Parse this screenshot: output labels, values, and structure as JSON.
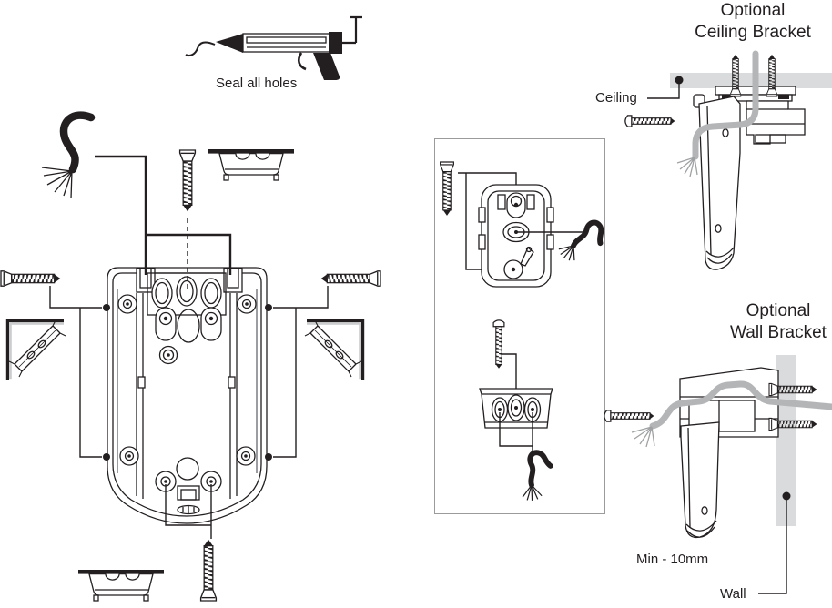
{
  "page": {
    "kind": "installation-instructions-diagram",
    "background": "#ffffff"
  },
  "colors": {
    "ink": "#231f20",
    "wire_gray": "#b3b5b7",
    "surface_gray": "#dadbdc",
    "detail_box_border": "#9b9b9b"
  },
  "labels": {
    "seal_all_holes": "Seal all holes",
    "ceiling": "Ceiling",
    "wall": "Wall",
    "min_clearance": "Min - 10mm"
  },
  "titles": {
    "ceiling_bracket": [
      "Optional",
      "Ceiling Bracket"
    ],
    "wall_bracket": [
      "Optional",
      "Wall Bracket"
    ]
  },
  "icons": {
    "caulk_gun": "caulk-gun-icon",
    "screw_flat": "flat-head-screw-icon",
    "screw_pan": "pan-head-screw-icon",
    "wire_black": "frayed-wire-icon",
    "wire_gray": "gray-cable-icon",
    "corner_bracket": "corner-bracket-icon",
    "flat_bracket": "flat-bracket-profile-icon",
    "backplate": "detector-backplate-diagram",
    "small_bracket": "mounting-bracket-detail",
    "ceiling_surface": "ceiling-surface",
    "wall_surface": "wall-surface"
  }
}
